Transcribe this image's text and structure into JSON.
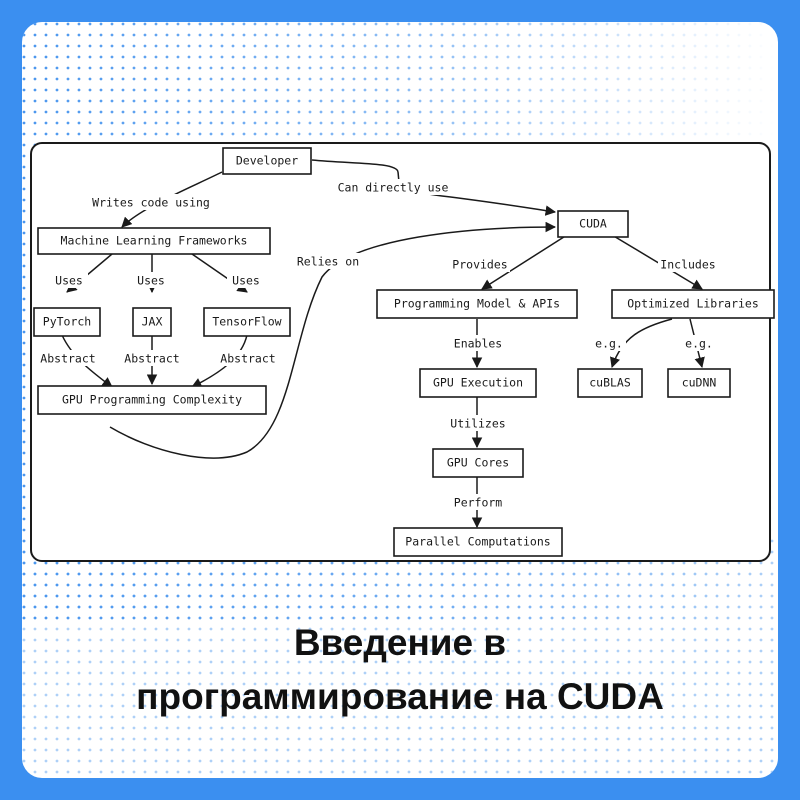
{
  "diagram": {
    "nodes": {
      "developer": "Developer",
      "cuda": "CUDA",
      "ml_frameworks": "Machine Learning Frameworks",
      "pytorch": "PyTorch",
      "jax": "JAX",
      "tensorflow": "TensorFlow",
      "gpu_complexity": "GPU Programming Complexity",
      "prog_model": "Programming Model & APIs",
      "opt_libraries": "Optimized Libraries",
      "gpu_execution": "GPU Execution",
      "gpu_cores": "GPU Cores",
      "parallel": "Parallel Computations",
      "cublas": "cuBLAS",
      "cudnn": "cuDNN"
    },
    "edges": {
      "writes_code": "Writes code using",
      "can_directly_use": "Can directly use",
      "relies_on": "Relies on",
      "uses_1": "Uses",
      "uses_2": "Uses",
      "uses_3": "Uses",
      "abstract_1": "Abstract",
      "abstract_2": "Abstract",
      "abstract_3": "Abstract",
      "provides": "Provides",
      "includes": "Includes",
      "enables": "Enables",
      "utilizes": "Utilizes",
      "perform": "Perform",
      "eg_1": "e.g.",
      "eg_2": "e.g."
    }
  },
  "headline": {
    "line1": "Введение в",
    "line2": "программирование на CUDA"
  }
}
